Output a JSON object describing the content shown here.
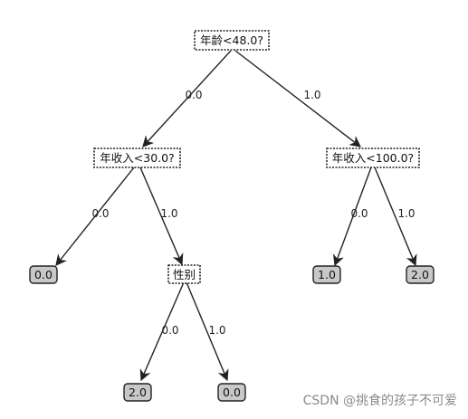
{
  "tree": {
    "nodes": {
      "root": {
        "label": "年龄<48.0?",
        "kind": "decision"
      },
      "income_left": {
        "label": "年收入<30.0?",
        "kind": "decision"
      },
      "income_right": {
        "label": "年收入<100.0?",
        "kind": "decision"
      },
      "leaf_ll": {
        "label": "0.0",
        "kind": "leaf"
      },
      "gender": {
        "label": "性别",
        "kind": "decision"
      },
      "leaf_rl": {
        "label": "1.0",
        "kind": "leaf"
      },
      "leaf_rr": {
        "label": "2.0",
        "kind": "leaf"
      },
      "leaf_gl": {
        "label": "2.0",
        "kind": "leaf"
      },
      "leaf_gr": {
        "label": "0.0",
        "kind": "leaf"
      }
    },
    "edges": [
      {
        "from": "root",
        "to": "income_left",
        "label": "0.0"
      },
      {
        "from": "root",
        "to": "income_right",
        "label": "1.0"
      },
      {
        "from": "income_left",
        "to": "leaf_ll",
        "label": "0.0"
      },
      {
        "from": "income_left",
        "to": "gender",
        "label": "1.0"
      },
      {
        "from": "income_right",
        "to": "leaf_rl",
        "label": "0.0"
      },
      {
        "from": "income_right",
        "to": "leaf_rr",
        "label": "1.0"
      },
      {
        "from": "gender",
        "to": "leaf_gl",
        "label": "0.0"
      },
      {
        "from": "gender",
        "to": "leaf_gr",
        "label": "1.0"
      }
    ]
  },
  "watermark": "CSDN @挑食的孩子不可爱",
  "colors": {
    "leaf_fill": "#c8c8c8",
    "line": "#222222",
    "text": "#111111",
    "watermark": "#8a8a8a"
  }
}
